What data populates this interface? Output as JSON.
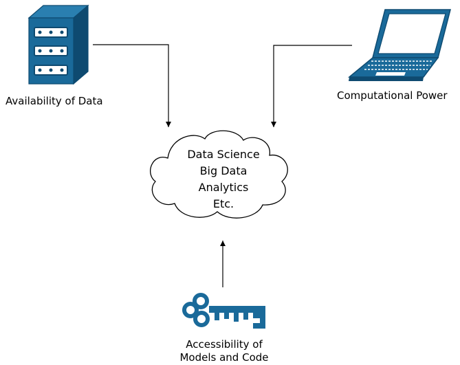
{
  "diagram": {
    "nodes": {
      "data_source": {
        "label": "Availability of Data",
        "icon": "server-cabinet-icon"
      },
      "compute": {
        "label": "Computational Power",
        "icon": "laptop-icon"
      },
      "access": {
        "label_lines": [
          "Accessibility of",
          "Models and Code"
        ],
        "icon": "key-icon"
      },
      "center": {
        "lines": [
          "Data Science",
          "Big Data",
          "Analytics",
          "Etc."
        ],
        "shape": "cloud"
      }
    },
    "edges": [
      {
        "from": "data_source",
        "to": "center"
      },
      {
        "from": "compute",
        "to": "center"
      },
      {
        "from": "access",
        "to": "center"
      }
    ],
    "colors": {
      "icon_fill": "#1a6a9a",
      "icon_dark": "#0e4a70",
      "line": "#000000"
    }
  }
}
